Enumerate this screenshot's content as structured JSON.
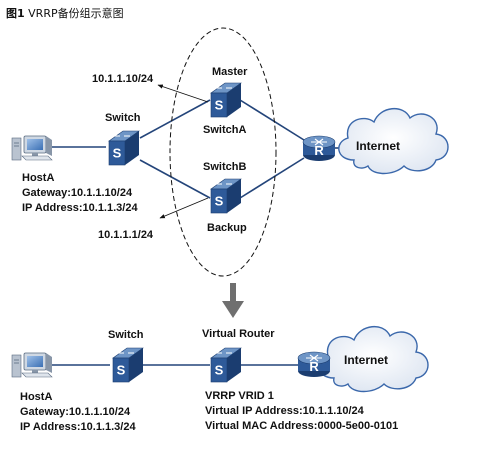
{
  "title": {
    "prefix": "图1",
    "text": "VRRP备份组示意图"
  },
  "top_diagram": {
    "ip_switcha": "10.1.1.10/24",
    "master_label": "Master",
    "switcha_label": "SwitchA",
    "switch_label": "Switch",
    "internet_label": "Internet",
    "hosta_label": "HostA",
    "hosta_gateway": "Gateway:10.1.1.10/24",
    "hosta_ip": "IP Address:10.1.1.3/24",
    "switchb_label": "SwitchB",
    "backup_label": "Backup",
    "ip_switchb": "10.1.1.1/24"
  },
  "bottom_diagram": {
    "switch_label": "Switch",
    "virtual_router_label": "Virtual Router",
    "internet_label": "Internet",
    "hosta_label": "HostA",
    "hosta_gateway": "Gateway:10.1.1.10/24",
    "hosta_ip": "IP Address:10.1.1.3/24",
    "vrid_label": "VRRP VRID 1",
    "virtual_ip": "Virtual IP Address:10.1.1.10/24",
    "virtual_mac": "Virtual MAC Address:0000-5e00-0101"
  },
  "colors": {
    "link": "#24457a",
    "switch_top": "#6e95c6",
    "switch_front": "#2e5a99",
    "switch_side": "#1b3d70",
    "cloud_fill": "#f4f6fa",
    "cloud_stroke": "#3b68ab",
    "arrow": "#6f6f6f"
  }
}
